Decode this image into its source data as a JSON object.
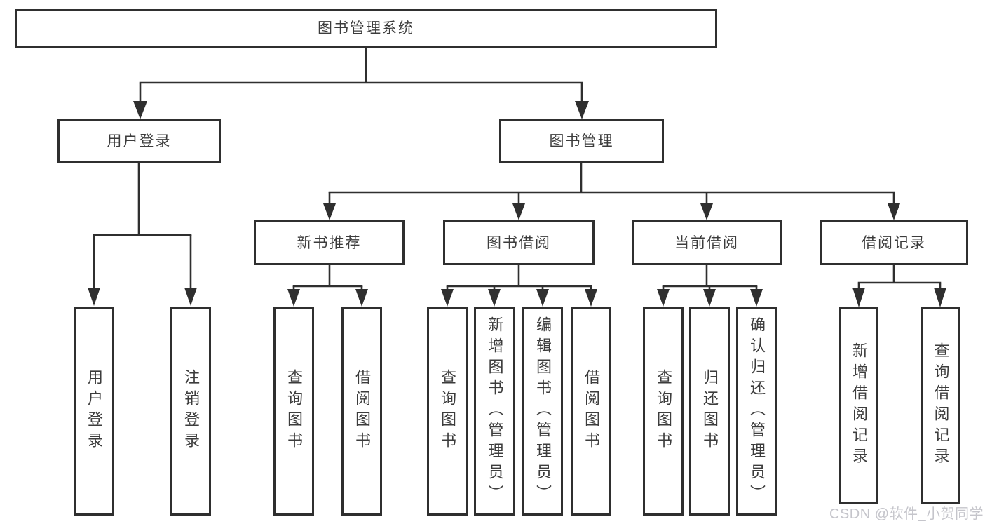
{
  "diagram": {
    "title": "图书管理系统",
    "level2": [
      {
        "label": "用户登录"
      },
      {
        "label": "图书管理"
      }
    ],
    "level3": [
      {
        "label": "新书推荐"
      },
      {
        "label": "图书借阅"
      },
      {
        "label": "当前借阅"
      },
      {
        "label": "借阅记录"
      }
    ],
    "leaves": {
      "user_login": [
        "用户登录",
        "注销登录"
      ],
      "new_book": [
        "查询图书",
        "借阅图书"
      ],
      "book_borrow": [
        "查询图书",
        "新增图书（管理员）",
        "编辑图书（管理员）",
        "借阅图书"
      ],
      "current_borrow": [
        "查询图书",
        "归还图书",
        "确认归还（管理员）"
      ],
      "records": [
        "新增借阅记录",
        "查询借阅记录"
      ]
    },
    "watermark": "CSDN @软件_小贺同学",
    "colors": {
      "line": "#2f2f2f",
      "text": "#3c3c3c",
      "watermark": "#c5c5cb",
      "background": "#ffffff"
    }
  }
}
